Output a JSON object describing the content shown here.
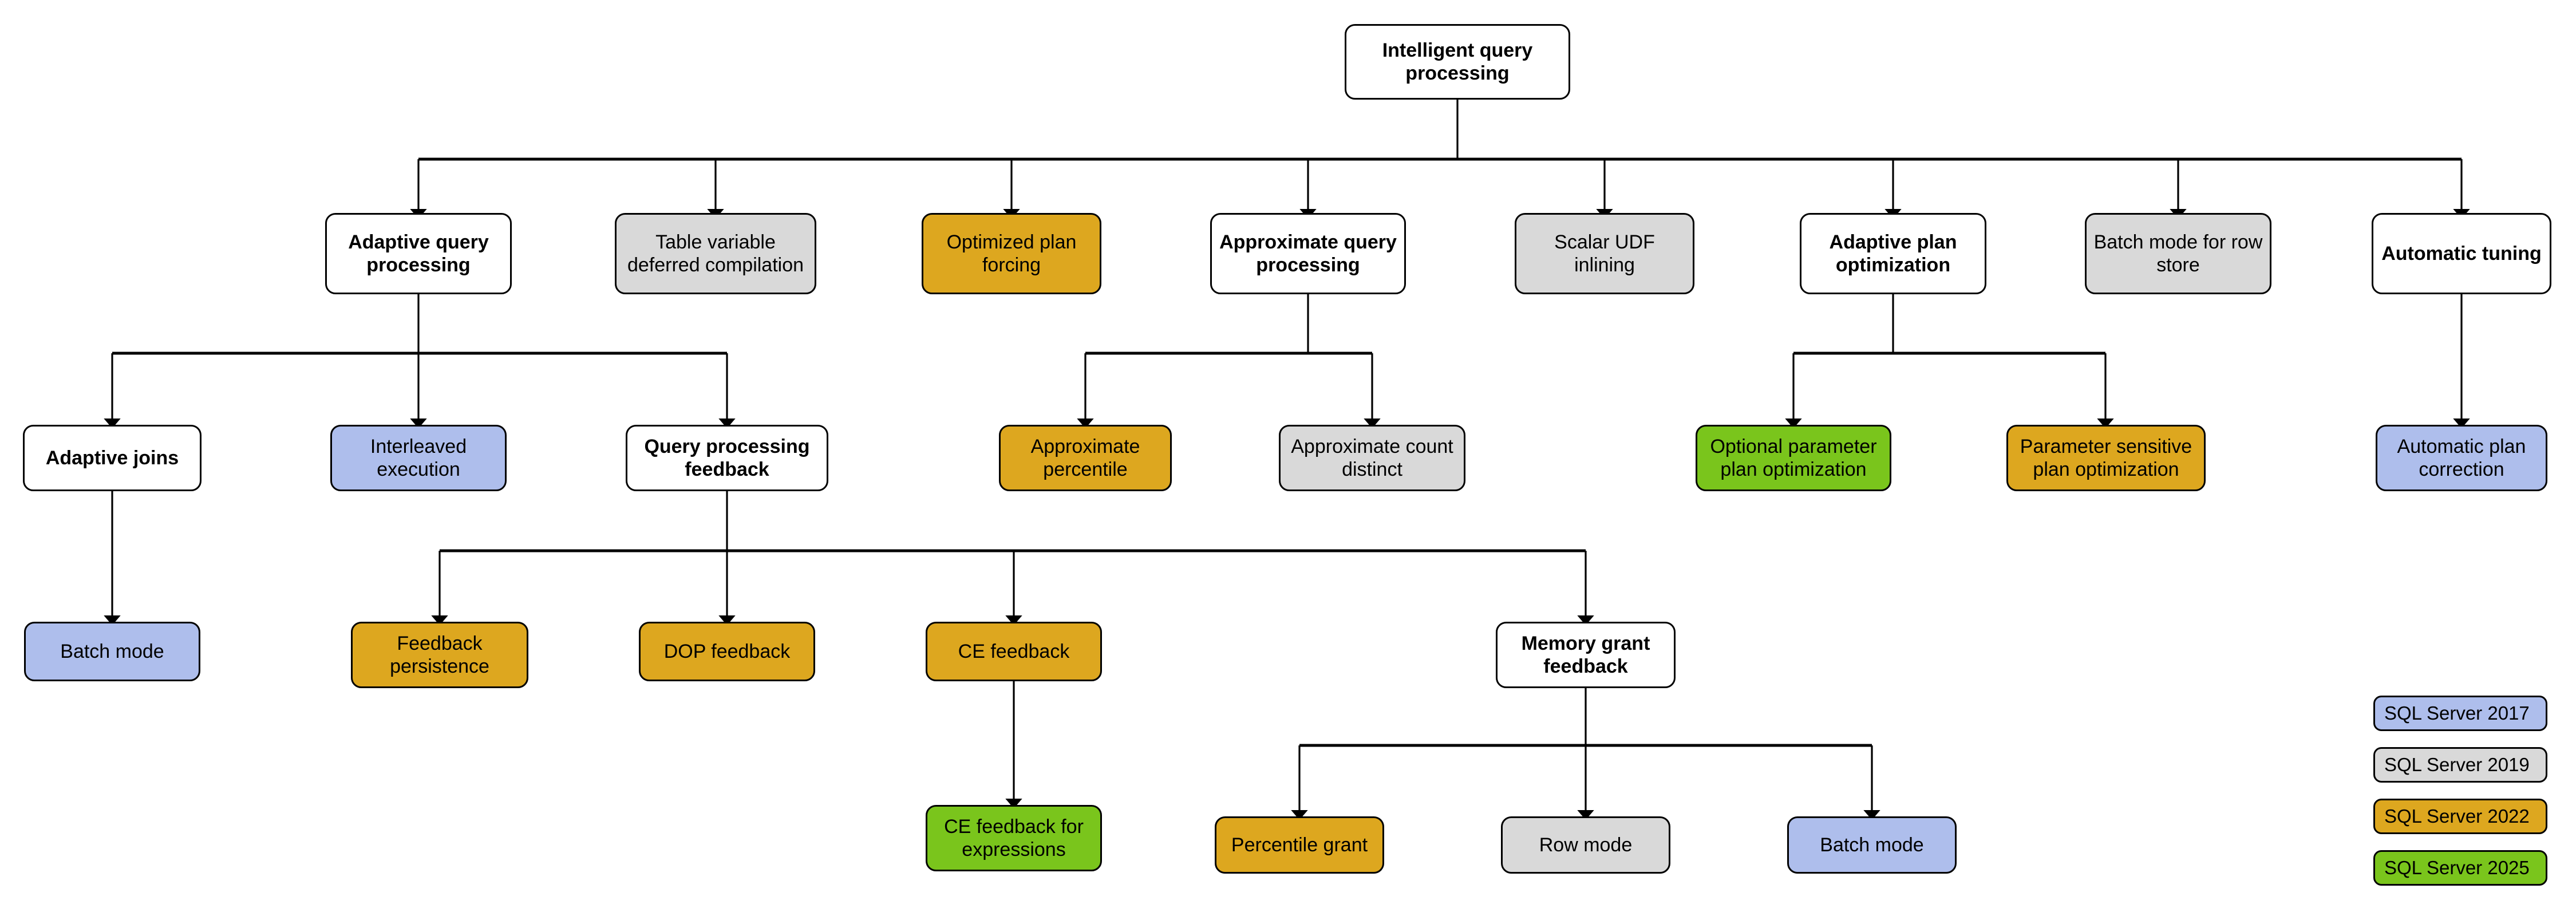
{
  "diagram": {
    "title": "Intelligent query processing",
    "palette": {
      "white": "#ffffff",
      "gray": "#d9d9d9",
      "blue": "#aebeec",
      "orange": "#dda71f",
      "green": "#7ac51c",
      "stroke": "#000000"
    },
    "nodes": [
      {
        "id": "root",
        "label": "Intelligent query processing",
        "color": "white",
        "bold": true
      },
      {
        "id": "adaptive-qp",
        "label": "Adaptive query processing",
        "color": "white",
        "bold": true
      },
      {
        "id": "table-var",
        "label": "Table variable deferred compilation",
        "color": "gray",
        "bold": false
      },
      {
        "id": "optimized-plan",
        "label": "Optimized plan forcing",
        "color": "orange",
        "bold": false
      },
      {
        "id": "approx-qp",
        "label": "Approximate query processing",
        "color": "white",
        "bold": true
      },
      {
        "id": "scalar-udf",
        "label": "Scalar UDF inlining",
        "color": "gray",
        "bold": false
      },
      {
        "id": "adaptive-plan-opt",
        "label": "Adaptive plan optimization",
        "color": "white",
        "bold": true
      },
      {
        "id": "batch-row-store",
        "label": "Batch mode for row store",
        "color": "gray",
        "bold": false
      },
      {
        "id": "automatic-tuning",
        "label": "Automatic tuning",
        "color": "white",
        "bold": true
      },
      {
        "id": "adaptive-joins",
        "label": "Adaptive joins",
        "color": "white",
        "bold": true
      },
      {
        "id": "interleaved",
        "label": "Interleaved execution",
        "color": "blue",
        "bold": false
      },
      {
        "id": "qp-feedback",
        "label": "Query processing feedback",
        "color": "white",
        "bold": true
      },
      {
        "id": "approx-percentile",
        "label": "Approximate percentile",
        "color": "orange",
        "bold": false
      },
      {
        "id": "approx-count",
        "label": "Approximate count distinct",
        "color": "gray",
        "bold": false
      },
      {
        "id": "optional-param",
        "label": "Optional parameter plan optimization",
        "color": "green",
        "bold": false
      },
      {
        "id": "param-sensitive",
        "label": "Parameter sensitive plan optimization",
        "color": "orange",
        "bold": false
      },
      {
        "id": "auto-plan-correction",
        "label": "Automatic plan correction",
        "color": "blue",
        "bold": false
      },
      {
        "id": "batch-mode-aj",
        "label": "Batch mode",
        "color": "blue",
        "bold": false
      },
      {
        "id": "feedback-persist",
        "label": "Feedback persistence",
        "color": "orange",
        "bold": false
      },
      {
        "id": "dop-feedback",
        "label": "DOP feedback",
        "color": "orange",
        "bold": false
      },
      {
        "id": "ce-feedback",
        "label": "CE feedback",
        "color": "orange",
        "bold": false
      },
      {
        "id": "memory-grant",
        "label": "Memory grant feedback",
        "color": "white",
        "bold": true
      },
      {
        "id": "ce-feedback-expr",
        "label": "CE feedback for expressions",
        "color": "green",
        "bold": false
      },
      {
        "id": "percentile-grant",
        "label": "Percentile grant",
        "color": "orange",
        "bold": false
      },
      {
        "id": "row-mode",
        "label": "Row mode",
        "color": "gray",
        "bold": false
      },
      {
        "id": "batch-mode-mg",
        "label": "Batch mode",
        "color": "blue",
        "bold": false
      }
    ],
    "edges": [
      {
        "from": "root",
        "to": [
          "adaptive-qp",
          "table-var",
          "optimized-plan",
          "approx-qp",
          "scalar-udf",
          "adaptive-plan-opt",
          "batch-row-store",
          "automatic-tuning"
        ]
      },
      {
        "from": "adaptive-qp",
        "to": [
          "adaptive-joins",
          "interleaved",
          "qp-feedback"
        ]
      },
      {
        "from": "approx-qp",
        "to": [
          "approx-percentile",
          "approx-count"
        ]
      },
      {
        "from": "adaptive-plan-opt",
        "to": [
          "optional-param",
          "param-sensitive"
        ]
      },
      {
        "from": "automatic-tuning",
        "to": [
          "auto-plan-correction"
        ]
      },
      {
        "from": "adaptive-joins",
        "to": [
          "batch-mode-aj"
        ]
      },
      {
        "from": "qp-feedback",
        "to": [
          "feedback-persist",
          "dop-feedback",
          "ce-feedback",
          "memory-grant"
        ]
      },
      {
        "from": "ce-feedback",
        "to": [
          "ce-feedback-expr"
        ]
      },
      {
        "from": "memory-grant",
        "to": [
          "percentile-grant",
          "row-mode",
          "batch-mode-mg"
        ]
      }
    ],
    "legend": [
      {
        "id": "legend-2017",
        "label": "SQL Server 2017",
        "color": "blue"
      },
      {
        "id": "legend-2019",
        "label": "SQL Server 2019",
        "color": "gray"
      },
      {
        "id": "legend-2022",
        "label": "SQL Server 2022",
        "color": "orange"
      },
      {
        "id": "legend-2025",
        "label": "SQL Server 2025",
        "color": "green"
      }
    ]
  }
}
